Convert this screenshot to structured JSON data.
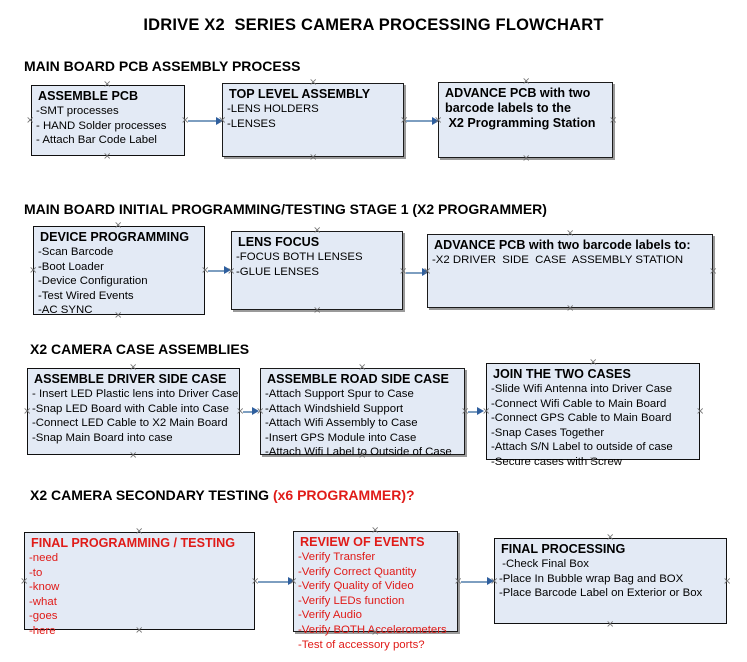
{
  "document": {
    "title": "IDRIVE X2  SERIES CAMERA PROCESSING FLOWCHART",
    "colors": {
      "box_fill": "#e3eaf5",
      "box_border": "#101010",
      "connector": "#7d9ec0",
      "arrowhead": "#2f5f9e",
      "text": "#000000",
      "accent_red": "#e01b18"
    }
  },
  "sections": [
    {
      "heading": "MAIN BOARD PCB ASSEMBLY PROCESS",
      "heading_qualifier": "",
      "boxes": [
        {
          "title": "ASSEMBLE PCB",
          "items": [
            "-SMT processes",
            "- HAND Solder processes",
            "- Attach Bar Code Label"
          ]
        },
        {
          "title": "TOP LEVEL ASSEMBLY",
          "items": [
            "-LENS HOLDERS",
            "-LENSES"
          ]
        },
        {
          "title": "ADVANCE PCB with two",
          "items": [
            "barcode labels to the",
            " X2 Programming Station"
          ]
        }
      ]
    },
    {
      "heading": "MAIN BOARD INITIAL PROGRAMMING/TESTING STAGE 1 (X2 PROGRAMMER)",
      "heading_qualifier": "",
      "boxes": [
        {
          "title": "DEVICE PROGRAMMING",
          "items": [
            "-Scan Barcode",
            "-Boot Loader",
            "-Device Configuration",
            "-Test Wired Events",
            "-AC SYNC"
          ]
        },
        {
          "title": "LENS FOCUS",
          "items": [
            "-FOCUS BOTH LENSES",
            "-GLUE LENSES"
          ]
        },
        {
          "title": "ADVANCE PCB with two barcode labels to:",
          "items": [
            "-X2 DRIVER  SIDE  CASE  ASSEMBLY STATION"
          ]
        }
      ]
    },
    {
      "heading": "X2 CAMERA CASE ASSEMBLIES",
      "heading_qualifier": "",
      "boxes": [
        {
          "title": "ASSEMBLE DRIVER SIDE CASE",
          "items": [
            "- Insert LED Plastic lens into Driver Case",
            "-Snap LED Board with Cable into Case",
            "-Connect LED Cable to X2 Main Board",
            "-Snap Main Board into case"
          ]
        },
        {
          "title": "ASSEMBLE ROAD SIDE CASE",
          "items": [
            "-Attach Support Spur to Case",
            "-Attach Windshield Support",
            "-Attach Wifi Assembly to Case",
            "-Insert GPS Module into Case",
            "-Attach Wifi Label to Outside of Case"
          ]
        },
        {
          "title": "JOIN THE TWO CASES",
          "items": [
            "-Slide Wifi Antenna into Driver Case",
            "-Connect Wifi Cable to Main Board",
            "-Connect GPS Cable to Main Board",
            "-Snap Cases Together",
            "-Attach S/N Label to outside of case",
            "-Secure cases with Screw"
          ]
        }
      ]
    },
    {
      "heading": "X2 CAMERA SECONDARY TESTING ",
      "heading_qualifier": "(x6 PROGRAMMER)?",
      "boxes": [
        {
          "title": "FINAL PROGRAMMING / TESTING",
          "items": [
            "-need",
            "-to",
            "-know",
            "-what",
            "-goes",
            "-here"
          ]
        },
        {
          "title": "REVIEW OF EVENTS",
          "items": [
            "-Verify Transfer",
            "-Verify Correct Quantity",
            "-Verify Quality of Video",
            "-Verify LEDs function",
            "-Verify Audio",
            "-Verify BOTH Accelerometers",
            "-Test of accessory ports?"
          ]
        },
        {
          "title": "FINAL PROCESSING",
          "items": [
            " -Check Final Box",
            "-Place In Bubble wrap Bag and BOX",
            "-Place Barcode Label on Exterior or Box"
          ]
        }
      ]
    }
  ]
}
